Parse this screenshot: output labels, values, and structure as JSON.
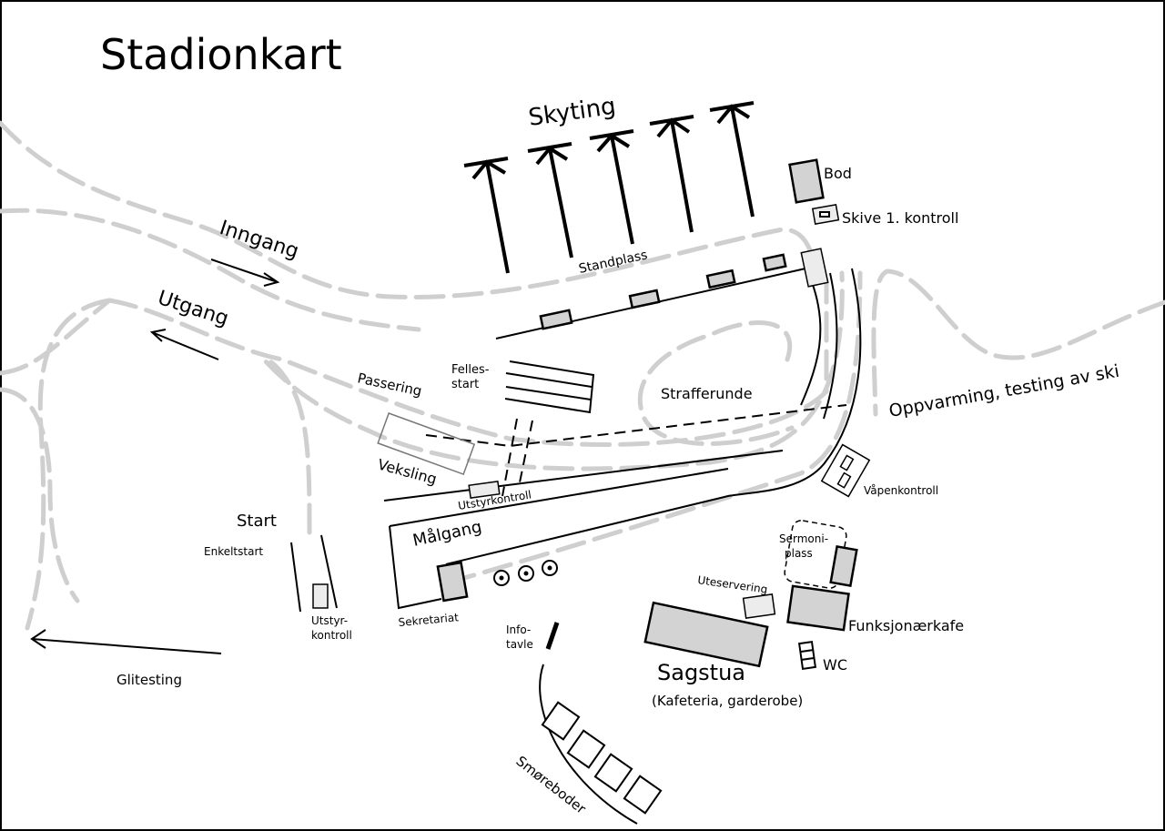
{
  "title": "Stadionkart",
  "labels": {
    "skyting": "Skyting",
    "bod": "Bod",
    "skive": "Skive 1. kontroll",
    "inngang": "Inngang",
    "utgang": "Utgang",
    "standplass": "Standplass",
    "felles_1": "Felles-",
    "felles_2": "start",
    "passering": "Passering",
    "strafferunde": "Strafferunde",
    "oppvarming": "Oppvarming, testing av ski",
    "veksling": "Veksling",
    "utstyrkontroll": "Utstyrkontroll",
    "vapenkontroll": "Våpenkontroll",
    "malgang": "Målgang",
    "start": "Start",
    "enkeltstart": "Enkeltstart",
    "utstyr_1": "Utstyr-",
    "utstyr_2": "kontroll",
    "sekretariat": "Sekretariat",
    "sermoni_1": "Sermoni-",
    "sermoni_2": "plass",
    "uteservering": "Uteservering",
    "funksjonaerkafe": "Funksjonærkafe",
    "info_1": "Info-",
    "info_2": "tavle",
    "sagstua": "Sagstua",
    "sagstua_sub": "(Kafeteria, garderobe)",
    "wc": "WC",
    "glitesting": "Glitesting",
    "smoreboder": "Smøreboder"
  }
}
